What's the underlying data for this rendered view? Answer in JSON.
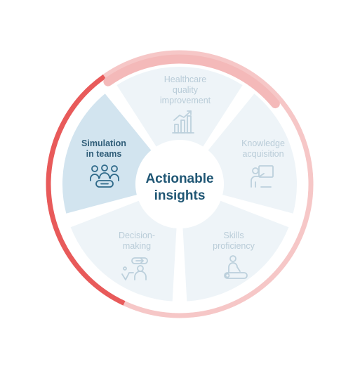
{
  "center": {
    "line1": "Actionable",
    "line2": "insights"
  },
  "segments": [
    {
      "id": "healthcare",
      "label": [
        "Healthcare",
        "quality",
        "improvement"
      ],
      "active": false,
      "icon": "bar-chart-icon"
    },
    {
      "id": "knowledge",
      "label": [
        "Knowledge",
        "acquisition"
      ],
      "active": false,
      "icon": "presentation-icon"
    },
    {
      "id": "skills",
      "label": [
        "Skills",
        "proficiency"
      ],
      "active": false,
      "icon": "patient-care-icon"
    },
    {
      "id": "decision",
      "label": [
        "Decision-",
        "making"
      ],
      "active": false,
      "icon": "decision-icon"
    },
    {
      "id": "simulation",
      "label": [
        "Simulation",
        "in teams"
      ],
      "active": true,
      "icon": "team-icon"
    }
  ],
  "progress": {
    "fraction": 0.2
  },
  "colors": {
    "ring_bg": "#f6c7c7",
    "ring_fill": "#e85a5a",
    "segment_bg": "#eef4f8",
    "segment_active": "#d2e4ef",
    "icon_muted": "#bcd0dc",
    "icon_active": "#2f6a8a",
    "center_text": "#1f5674"
  }
}
